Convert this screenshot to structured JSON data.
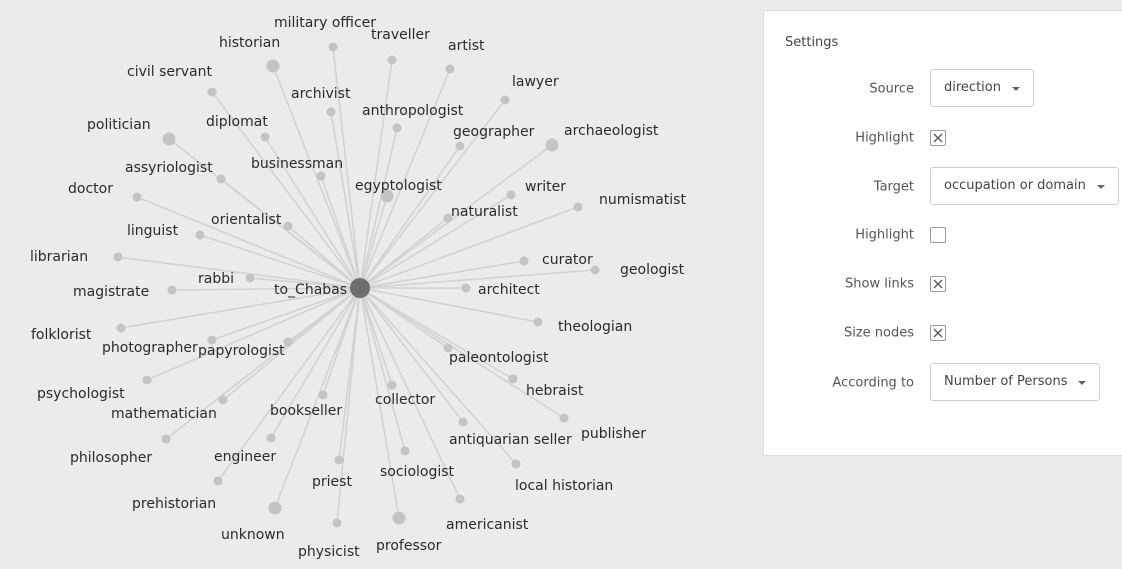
{
  "graph": {
    "center": {
      "label": "to_Chabas"
    },
    "nodes": [
      {
        "label": "military officer",
        "size": "small"
      },
      {
        "label": "traveller",
        "size": "small"
      },
      {
        "label": "artist",
        "size": "small"
      },
      {
        "label": "historian",
        "size": "medium"
      },
      {
        "label": "lawyer",
        "size": "small"
      },
      {
        "label": "civil servant",
        "size": "small"
      },
      {
        "label": "archivist",
        "size": "small"
      },
      {
        "label": "anthropologist",
        "size": "small"
      },
      {
        "label": "archaeologist",
        "size": "medium"
      },
      {
        "label": "geographer",
        "size": "small"
      },
      {
        "label": "politician",
        "size": "medium"
      },
      {
        "label": "diplomat",
        "size": "small"
      },
      {
        "label": "assyriologist",
        "size": "small"
      },
      {
        "label": "businessman",
        "size": "small"
      },
      {
        "label": "egyptologist",
        "size": "medium"
      },
      {
        "label": "writer",
        "size": "small"
      },
      {
        "label": "doctor",
        "size": "small"
      },
      {
        "label": "numismatist",
        "size": "small"
      },
      {
        "label": "naturalist",
        "size": "small"
      },
      {
        "label": "orientalist",
        "size": "small"
      },
      {
        "label": "linguist",
        "size": "small"
      },
      {
        "label": "librarian",
        "size": "small"
      },
      {
        "label": "rabbi",
        "size": "small"
      },
      {
        "label": "curator",
        "size": "small"
      },
      {
        "label": "geologist",
        "size": "small"
      },
      {
        "label": "magistrate",
        "size": "small"
      },
      {
        "label": "architect",
        "size": "small"
      },
      {
        "label": "theologian",
        "size": "small"
      },
      {
        "label": "folklorist",
        "size": "small"
      },
      {
        "label": "photographer",
        "size": "small"
      },
      {
        "label": "papyrologist",
        "size": "small"
      },
      {
        "label": "paleontologist",
        "size": "small"
      },
      {
        "label": "hebraist",
        "size": "small"
      },
      {
        "label": "psychologist",
        "size": "small"
      },
      {
        "label": "collector",
        "size": "small"
      },
      {
        "label": "mathematician",
        "size": "small"
      },
      {
        "label": "bookseller",
        "size": "small"
      },
      {
        "label": "publisher",
        "size": "small"
      },
      {
        "label": "antiquarian seller",
        "size": "small"
      },
      {
        "label": "philosopher",
        "size": "small"
      },
      {
        "label": "engineer",
        "size": "small"
      },
      {
        "label": "sociologist",
        "size": "small"
      },
      {
        "label": "local historian",
        "size": "small"
      },
      {
        "label": "priest",
        "size": "small"
      },
      {
        "label": "prehistorian",
        "size": "small"
      },
      {
        "label": "americanist",
        "size": "small"
      },
      {
        "label": "unknown",
        "size": "medium"
      },
      {
        "label": "professor",
        "size": "medium"
      },
      {
        "label": "physicist",
        "size": "small"
      }
    ]
  },
  "settings": {
    "title": "Settings",
    "source_label": "Source",
    "source_value": "direction",
    "highlight_source_label": "Highlight",
    "highlight_source_checked": true,
    "target_label": "Target",
    "target_value": "occupation or domain",
    "highlight_target_label": "Highlight",
    "highlight_target_checked": false,
    "show_links_label": "Show links",
    "show_links_checked": true,
    "size_nodes_label": "Size nodes",
    "size_nodes_checked": true,
    "according_to_label": "According to",
    "according_to_value": "Number of Persons"
  }
}
